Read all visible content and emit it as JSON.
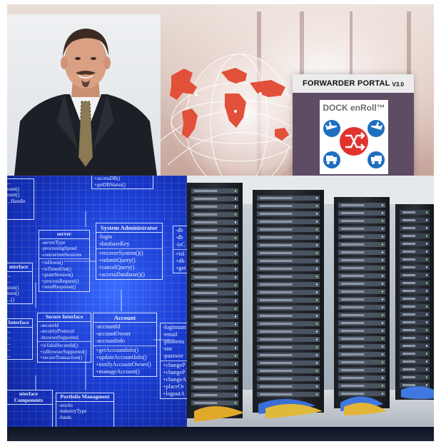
{
  "portal": {
    "title": "FORWARDER PORTAL",
    "version": "V3.0",
    "brand": "DOCK enRoll™",
    "icons": [
      "airplane-icon",
      "shuffle-icon",
      "airplane-icon",
      "truck-icon",
      "truck-icon"
    ]
  },
  "colors": {
    "portal_frame": "#5e4b64",
    "icon_blue": "#1f6fc0",
    "icon_red": "#e0332f",
    "uml_blue": "#1c3fd6"
  },
  "uml": {
    "top_partial": {
      "lines": [
        "+accessDB()",
        "+getDBStatus()"
      ]
    },
    "left_partial_top": {
      "lines": [
        "...",
        "ount()",
        "ount()",
        "...Handle"
      ]
    },
    "server": {
      "title": "server",
      "attrs": [
        "-serverType",
        "-processingSpeed",
        "-concurrentSessions"
      ],
      "methods": [
        "+isDown()",
        "+isTimedOut()",
        "+grantSession()",
        "+processRequest()",
        "+sendResponse()"
      ]
    },
    "system_admin": {
      "title": "System Administrator",
      "attrs": [
        "-login",
        "-databaseKey"
      ],
      "methods": [
        "+recoverSystem()()",
        "+submitQuery()",
        "+cancelQuery()",
        "+accessDatabase()()"
      ]
    },
    "right_partial_top": {
      "lines": [
        "-db",
        "-db",
        "-isC",
        "+isI",
        "+db",
        "+get"
      ]
    },
    "left_partial_mid": {
      "lines": [
        "nterface",
        "...",
        "...",
        "sion()",
        "nses()",
        "...()"
      ]
    },
    "secure_interface": {
      "title": "Secure Interface",
      "attrs": [
        "-secureId",
        "-securityProtocol",
        "-browserSupported"
      ],
      "methods": [
        "+isValidSecureId()",
        "+isBrowserSupported()",
        "+secureTransaction()"
      ]
    },
    "account": {
      "title": "Account",
      "attrs": [
        "-accountId",
        "-accountOwner",
        "-accountInfo"
      ],
      "methods": [
        "+getAccountInfo()",
        "+updateAccountInfo()",
        "+notifyAccountOwner()",
        "+manageAccount()"
      ]
    },
    "user_partial": {
      "lines": [
        "-loginnam",
        "-email",
        "-phonenu",
        "-ssn",
        "-passwor"
      ],
      "methods": [
        "+changeP",
        "+changeP",
        "+changeA",
        "+placeOr",
        "+logoutA"
      ]
    },
    "left_partial_bottom": {
      "lines": [
        "Interface",
        "...",
        "...",
        "...",
        "...",
        "..."
      ]
    },
    "interface_components": {
      "title": "nterface Components"
    },
    "portfolio": {
      "title": "Portfolio Managment",
      "attrs": [
        "-stocks",
        "-industryType",
        "-funds"
      ]
    }
  }
}
